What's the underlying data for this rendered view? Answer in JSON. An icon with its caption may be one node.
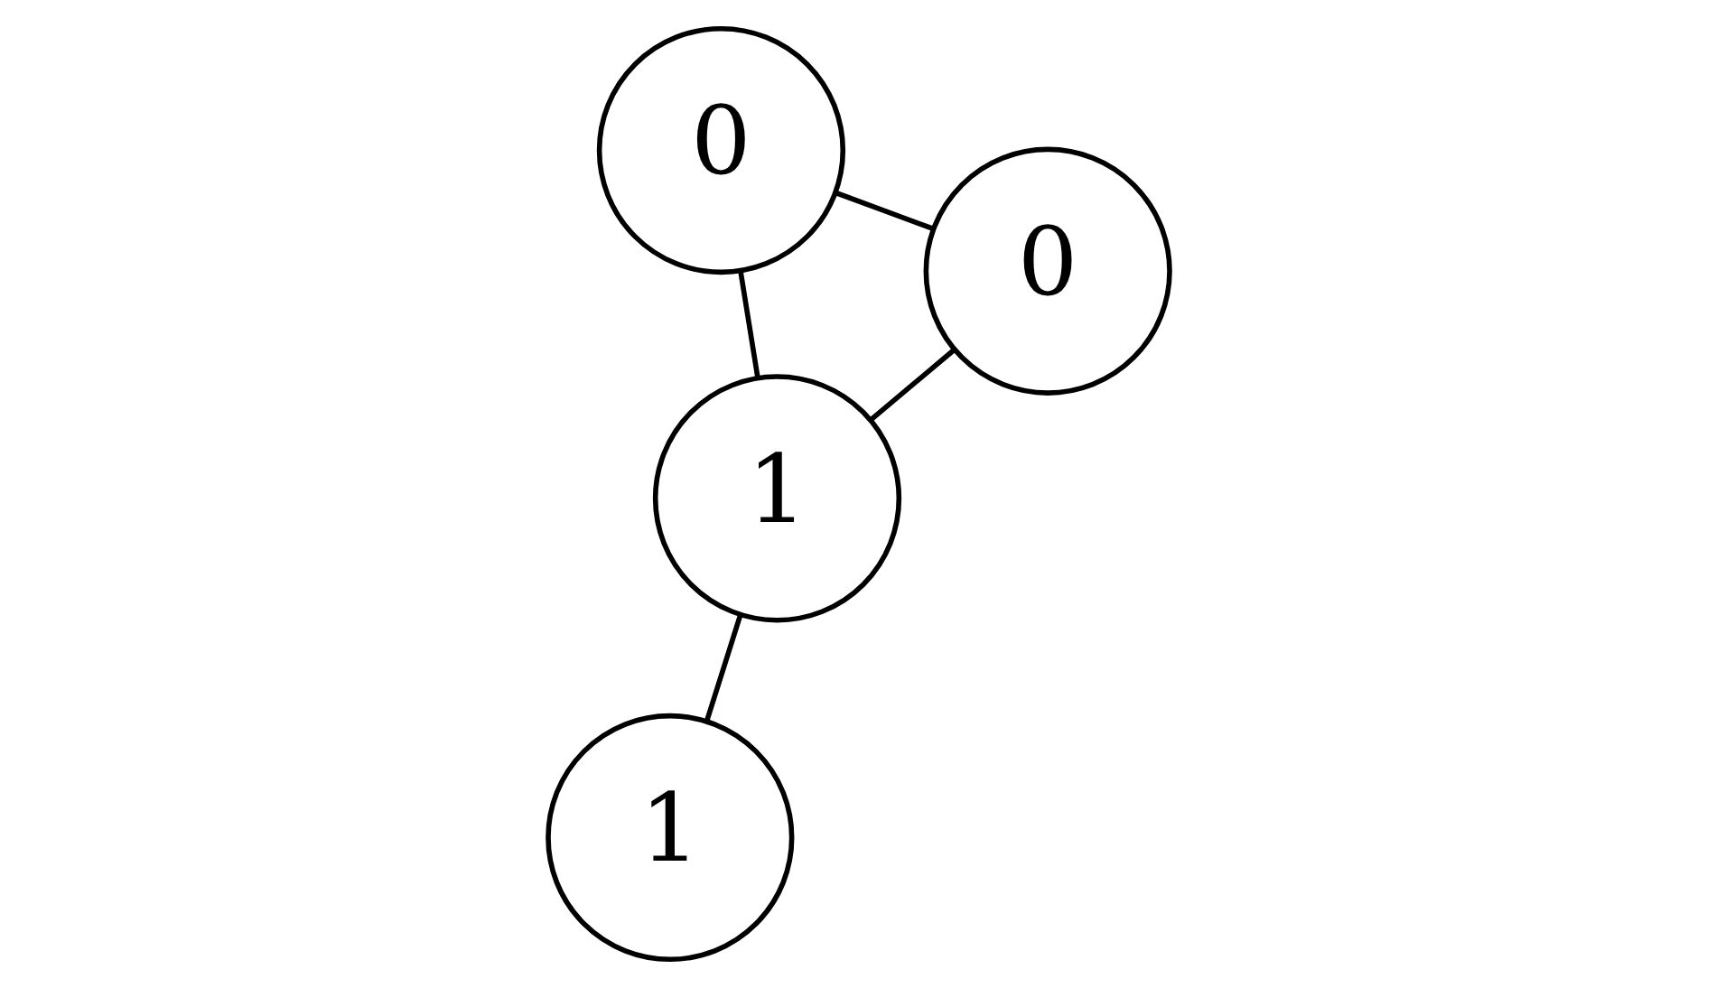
{
  "diagram": {
    "nodes": [
      {
        "text": [
          "1"
        ]
      },
      {
        "text": [
          "0"
        ]
      },
      {
        "text": [
          "1"
        ]
      },
      {
        "text": [
          "0"
        ]
      }
    ],
    "edges": [
      {
        "from": 1,
        "to": 0,
        "arrow": "none"
      },
      {
        "from": 3,
        "to": 0,
        "arrow": "none"
      },
      {
        "from": 0,
        "to": 2,
        "arrow": "none"
      },
      {
        "from": 1,
        "to": 3,
        "arrow": "none"
      }
    ]
  }
}
